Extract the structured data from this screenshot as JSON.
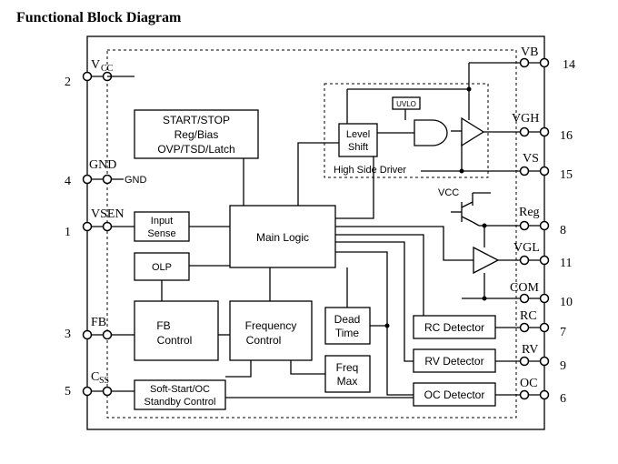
{
  "title": "Functional Block Diagram",
  "pins": {
    "vcc": {
      "name": "V",
      "sub": "CC",
      "num": "2"
    },
    "gnd": {
      "name": "GND",
      "num": "4",
      "inner": "GND"
    },
    "vsen": {
      "name": "VSEN",
      "num": "1"
    },
    "fb": {
      "name": "FB",
      "num": "3"
    },
    "css": {
      "name": "C",
      "sub": "SS",
      "num": "5"
    },
    "vb": {
      "name": "VB",
      "num": "14"
    },
    "vgh": {
      "name": "VGH",
      "num": "16"
    },
    "vs": {
      "name": "VS",
      "num": "15"
    },
    "reg": {
      "name": "Reg",
      "num": "8"
    },
    "vgl": {
      "name": "VGL",
      "num": "11"
    },
    "com": {
      "name": "COM",
      "num": "10"
    },
    "rc": {
      "name": "RC",
      "num": "7"
    },
    "rv": {
      "name": "RV",
      "num": "9"
    },
    "oc": {
      "name": "OC",
      "num": "6"
    }
  },
  "blocks": {
    "start_stop": [
      "START/STOP",
      "Reg/Bias",
      "OVP/TSD/Latch"
    ],
    "input_sense": [
      "Input",
      "Sense"
    ],
    "olp": "OLP",
    "main_logic": "Main Logic",
    "fb_control": [
      "FB",
      "Control"
    ],
    "frequency_control": [
      "Frequency",
      "Control"
    ],
    "dead_time": [
      "Dead",
      "Time"
    ],
    "freq_max": [
      "Freq",
      "Max"
    ],
    "soft_start": [
      "Soft-Start/OC",
      "Standby Control"
    ],
    "level_shift": [
      "Level",
      "Shift"
    ],
    "uvlo": "UVLO",
    "high_side_driver": "High Side Driver",
    "rc_detector": "RC Detector",
    "rv_detector": "RV Detector",
    "oc_detector": "OC Detector",
    "vcc_label": "VCC"
  }
}
